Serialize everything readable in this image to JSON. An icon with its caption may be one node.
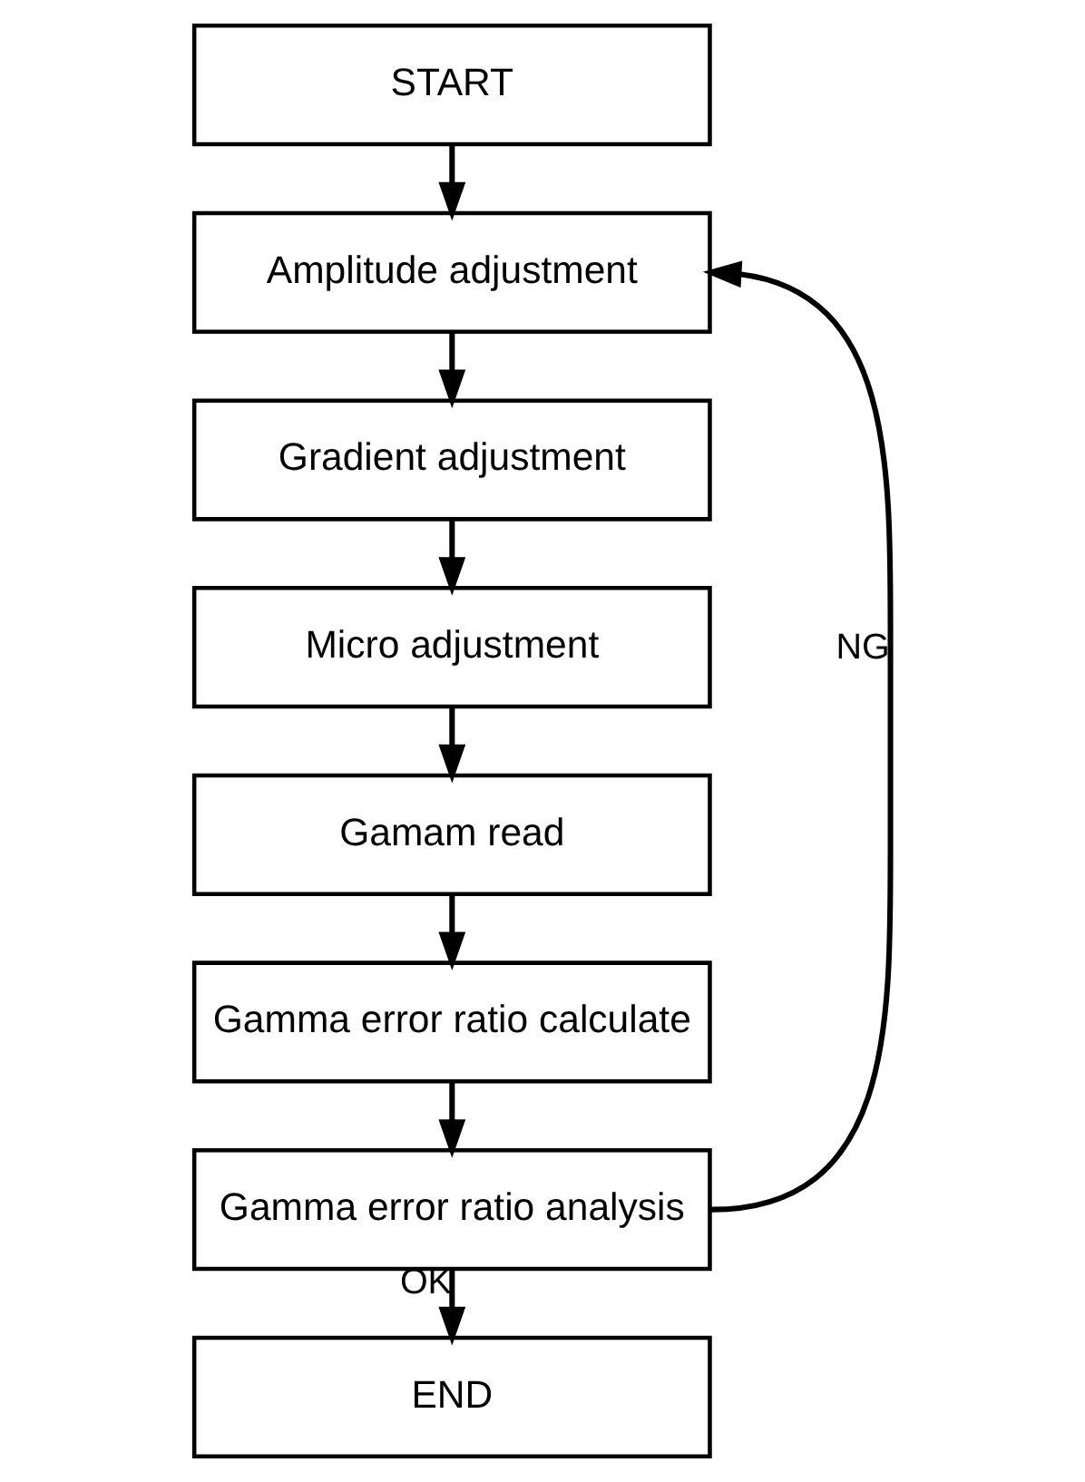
{
  "diagram": {
    "nodes": [
      {
        "text": [
          "START"
        ]
      },
      {
        "text": [
          "Amplitude adjustment"
        ]
      },
      {
        "text": [
          "Gradient adjustment"
        ]
      },
      {
        "text": [
          "Micro adjustment"
        ]
      },
      {
        "text": [
          "Gamam read"
        ]
      },
      {
        "text": [
          "Gamma error ratio calculate"
        ]
      },
      {
        "text": [
          "Gamma error ratio analysis"
        ]
      },
      {
        "text": [
          "END"
        ]
      }
    ],
    "edges": [
      {
        "from": 0,
        "to": 1,
        "arrow": "to"
      },
      {
        "from": 1,
        "to": 2,
        "arrow": "to"
      },
      {
        "from": 2,
        "to": 3,
        "arrow": "to"
      },
      {
        "from": 3,
        "to": 4,
        "arrow": "to"
      },
      {
        "from": 4,
        "to": 5,
        "arrow": "to"
      },
      {
        "from": 5,
        "to": 6,
        "arrow": "to"
      },
      {
        "from": 6,
        "to": 7,
        "arrow": "to",
        "label": "OK"
      },
      {
        "from": 6,
        "to": 1,
        "arrow": "to",
        "label": "NG"
      }
    ]
  }
}
